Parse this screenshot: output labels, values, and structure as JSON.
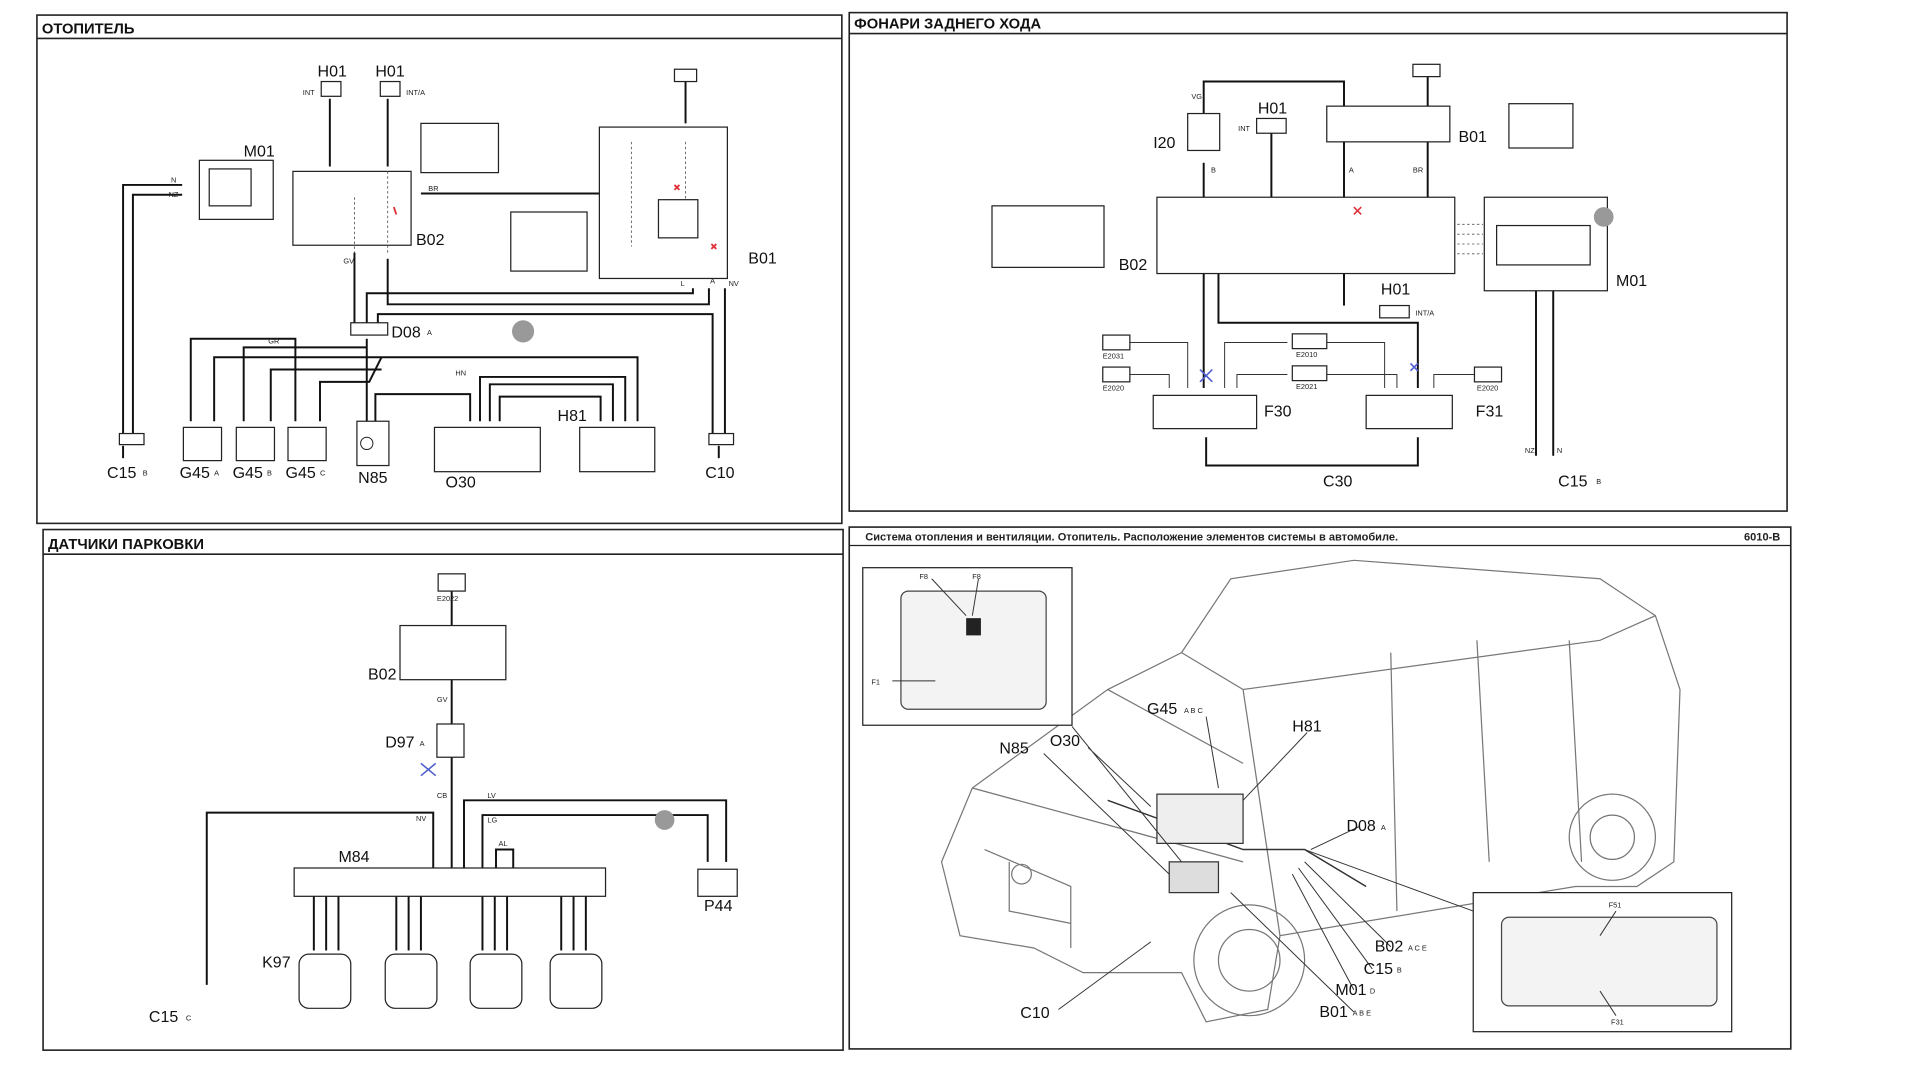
{
  "panels": {
    "heater": {
      "title": "ОТОПИТЕЛЬ",
      "labels": {
        "h01a": "H01",
        "h01b": "H01",
        "int": "INT",
        "inta": "INT/A",
        "m01": "M01",
        "b02": "B02",
        "b01": "B01",
        "d08": "D08",
        "d08_tag": "A",
        "c15": "C15",
        "c15_tag": "B",
        "g45a": "G45",
        "g45a_tag": "A",
        "g45b": "G45",
        "g45b_tag": "B",
        "g45c": "G45",
        "g45c_tag": "C",
        "n85": "N85",
        "o30": "O30",
        "h81": "H81",
        "c10": "C10"
      },
      "wires": {
        "n": "N",
        "nz": "NZ",
        "br": "BR",
        "gr": "GR",
        "hn": "HN",
        "gv": "GV",
        "l": "L",
        "a": "A",
        "nv": "NV"
      }
    },
    "reverse_lights": {
      "title": "ФОНАРИ ЗАДНЕГО ХОДА",
      "labels": {
        "i20": "I20",
        "h01a": "H01",
        "int": "INT",
        "b01": "B01",
        "b02": "B02",
        "m01": "M01",
        "h01b": "H01",
        "inta": "INT/A",
        "f30": "F30",
        "f31": "F31",
        "c30": "C30",
        "c15": "C15",
        "c15_tag": "B",
        "e2031": "E2031",
        "e2020a": "E2020",
        "e2010": "E2010",
        "e2021": "E2021",
        "e2020b": "E2020"
      },
      "wires": {
        "vg": "VG",
        "b": "B",
        "a": "A",
        "br": "BR",
        "nz": "NZ",
        "n": "N"
      }
    },
    "parking_sensors": {
      "title": "ДАТЧИКИ ПАРКОВКИ",
      "labels": {
        "e2022": "E2022",
        "b02": "B02",
        "d97": "D97",
        "d97_tag": "A",
        "m84": "M84",
        "p44": "P44",
        "k97": "K97",
        "c15": "C15",
        "c15_tag": "C"
      },
      "wires": {
        "gv": "GV",
        "cb": "CB",
        "nv": "NV",
        "lv": "LV",
        "lg": "LG",
        "al": "AL"
      }
    },
    "location": {
      "title": "Система отопления и вентиляции. Отопитель. Расположение элементов системы в автомобиле.",
      "code": "6010-B",
      "labels": {
        "f8a": "F8",
        "f8b": "F8",
        "f1": "F1",
        "g45": "G45",
        "g45_tags": "A B C",
        "h81": "H81",
        "n85": "N85",
        "o30": "O30",
        "d08": "D08",
        "d08_tag": "A",
        "b02": "B02",
        "b02_tags": "A C E",
        "c15": "C15",
        "c15_tag": "B",
        "m01": "M01",
        "m01_tag": "D",
        "b01": "B01",
        "b01_tags": "A B E",
        "c10": "C10",
        "f51": "F51",
        "f31": "F31"
      }
    }
  },
  "colors": {
    "ink": "#111111",
    "annotation_red": "#e0303a",
    "annotation_blue": "#5060d0"
  }
}
